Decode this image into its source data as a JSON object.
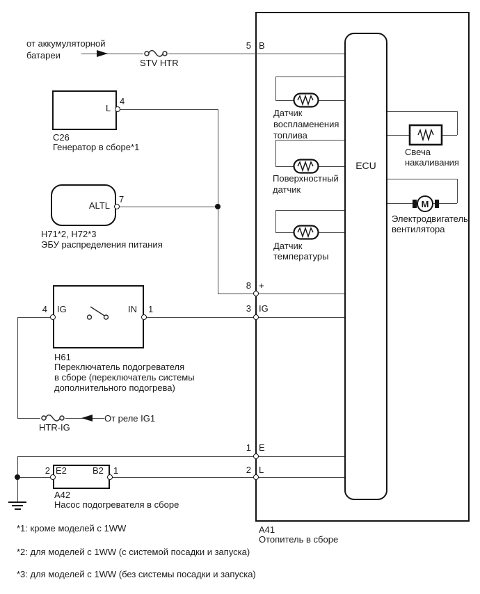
{
  "diagram": {
    "battery_feed": {
      "line1": "от аккумуляторной",
      "line2": "батареи"
    },
    "fuse_stv": "STV HTR",
    "fuse_htr": "HTR-IG",
    "relay_source": "От реле IG1",
    "c26": {
      "pin_num": "4",
      "pin_label": "L",
      "id": "C26",
      "name": "Генератор в сборе*1"
    },
    "pdu": {
      "pin_num": "7",
      "pin_label": "ALTL",
      "id": "H71*2, H72*3",
      "name": "ЭБУ распределения питания"
    },
    "h61": {
      "pin_left_num": "4",
      "pin_left_label": "IG",
      "pin_right_label": "IN",
      "pin_right_num": "1",
      "id": "H61",
      "name1": "Переключатель подогревателя",
      "name2": "в сборе (переключатель системы",
      "name3": "дополнительного подогрева)"
    },
    "a42": {
      "pin_left_num": "2",
      "pin_left_label": "E2",
      "pin_right_label": "B2",
      "pin_right_num": "1",
      "id": "A42",
      "name": "Насос подогревателя в сборе"
    },
    "a41": {
      "id": "A41",
      "name": "Отопитель в сборе",
      "ecu": "ECU",
      "pins": {
        "b": {
          "num": "5",
          "label": "B"
        },
        "plus": {
          "num": "8",
          "label": "+"
        },
        "ig": {
          "num": "3",
          "label": "IG"
        },
        "e": {
          "num": "1",
          "label": "E"
        },
        "l": {
          "num": "2",
          "label": "L"
        }
      },
      "flame_sensor": {
        "line1": "Датчик",
        "line2": "воспламенения",
        "line3": "топлива"
      },
      "surface_sensor": {
        "line1": "Поверхностный",
        "line2": "датчик"
      },
      "temp_sensor": {
        "line1": "Датчик",
        "line2": "температуры"
      },
      "glow_plug": {
        "line1": "Свеча",
        "line2": "накаливания"
      },
      "fan_motor": {
        "line1": "Электродвигатель",
        "line2": "вентилятора",
        "letter": "M"
      }
    },
    "footnotes": [
      "*1: кроме моделей с 1WW",
      "*2: для моделей с 1WW (с системой посадки и запуска)",
      "*3: для моделей с 1WW (без системы посадки и запуска)"
    ],
    "colors": {
      "wire": "#474747",
      "outline": "#141414",
      "background": "#ffffff"
    }
  }
}
